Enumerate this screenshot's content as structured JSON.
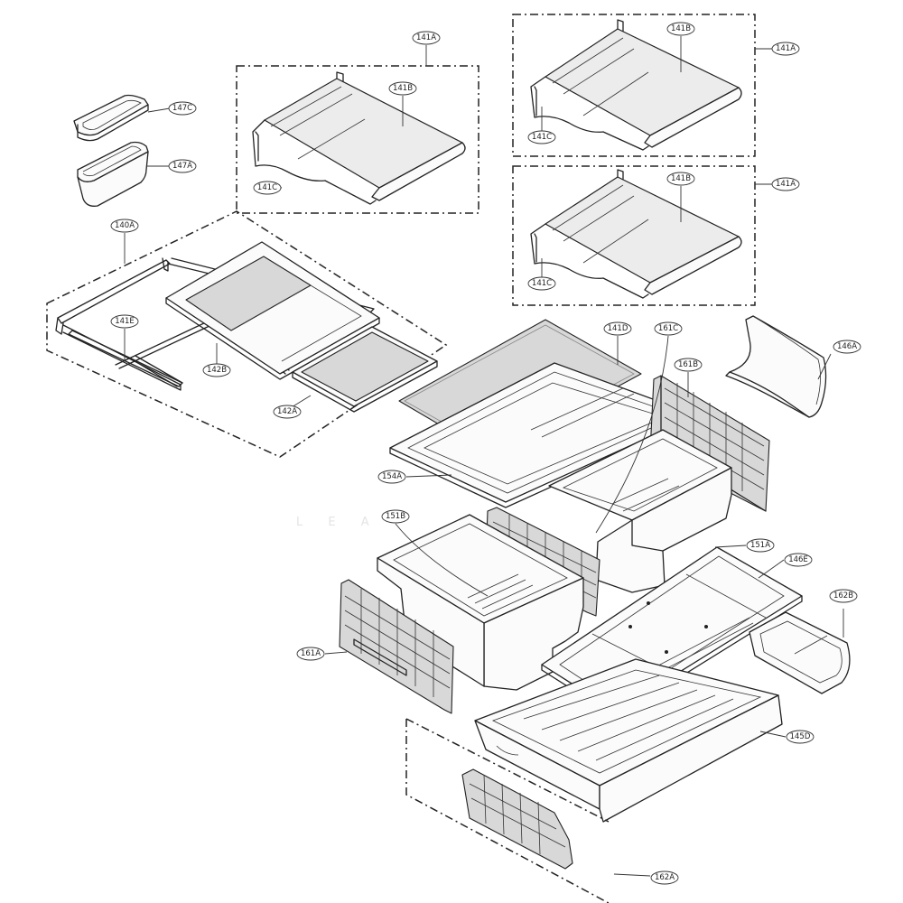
{
  "watermark": "L E A",
  "callouts": [
    {
      "id": "c147c",
      "label": "147C"
    },
    {
      "id": "c147a",
      "label": "147A"
    },
    {
      "id": "c141a-1",
      "label": "141A"
    },
    {
      "id": "c141b-1",
      "label": "141B"
    },
    {
      "id": "c141c-1",
      "label": "141C"
    },
    {
      "id": "c141b-2",
      "label": "141B"
    },
    {
      "id": "c141a-2",
      "label": "141A"
    },
    {
      "id": "c141c-2",
      "label": "141C"
    },
    {
      "id": "c141b-3",
      "label": "141B"
    },
    {
      "id": "c141a-3",
      "label": "141A"
    },
    {
      "id": "c141c-3",
      "label": "141C"
    },
    {
      "id": "c140a",
      "label": "140A"
    },
    {
      "id": "c141e",
      "label": "141E"
    },
    {
      "id": "c142b",
      "label": "142B"
    },
    {
      "id": "c142a",
      "label": "142A"
    },
    {
      "id": "c141d",
      "label": "141D"
    },
    {
      "id": "c161c",
      "label": "161C"
    },
    {
      "id": "c146a",
      "label": "146A"
    },
    {
      "id": "c161b",
      "label": "161B"
    },
    {
      "id": "c154a",
      "label": "154A"
    },
    {
      "id": "c151b",
      "label": "151B"
    },
    {
      "id": "c151a",
      "label": "151A"
    },
    {
      "id": "c146e",
      "label": "146E"
    },
    {
      "id": "c162b",
      "label": "162B"
    },
    {
      "id": "c161a",
      "label": "161A"
    },
    {
      "id": "c145d",
      "label": "145D"
    },
    {
      "id": "c162a",
      "label": "162A"
    }
  ]
}
